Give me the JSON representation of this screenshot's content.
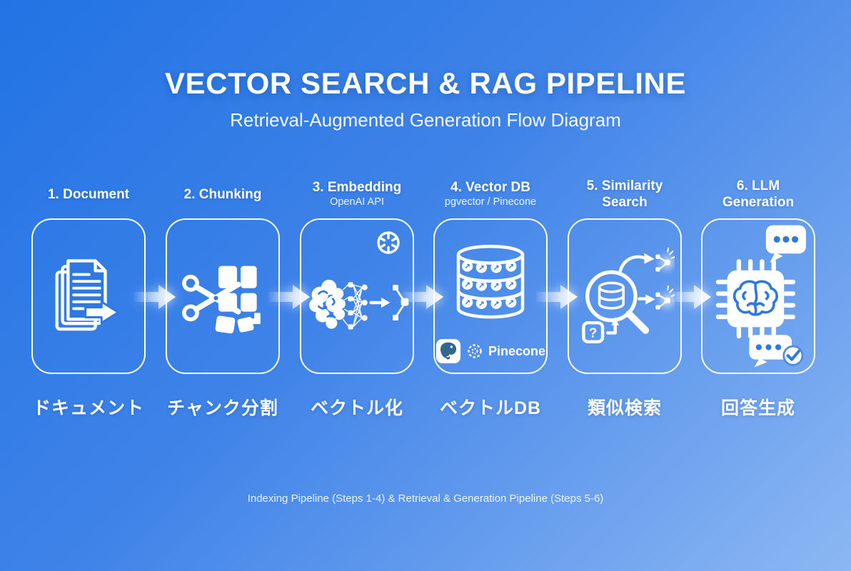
{
  "title": "VECTOR SEARCH & RAG PIPELINE",
  "subtitle": "Retrieval-Augmented Generation Flow Diagram",
  "footer": "Indexing Pipeline (Steps 1-4) & Retrieval & Generation Pipeline (Steps 5-6)",
  "colors": {
    "bg_gradient_start": "#2273e4",
    "bg_gradient_end": "#8cb7f3",
    "icon_white": "#ffffff",
    "icon_blue": "#2f78e3",
    "postgres_blue": "#336791"
  },
  "steps": [
    {
      "title": "1. Document",
      "jp_label": "ドキュメント",
      "icon": "document-stack-icon"
    },
    {
      "title": "2. Chunking",
      "jp_label": "チャンク分割",
      "icon": "scissors-chunks-icon"
    },
    {
      "title": "3. Embedding",
      "subtitle": "OpenAI API",
      "jp_label": "ベクトル化",
      "icon": "brain-network-icon",
      "badge_icon": "openai-logo-icon"
    },
    {
      "title": "4. Vector DB",
      "subtitle": "pgvector / Pinecone",
      "jp_label": "ベクトルDB",
      "icon": "vector-database-icon",
      "db_cell_glyph": "↗",
      "logos": {
        "postgres_icon": "postgresql-logo-icon",
        "pinecone_icon": "pinecone-logo-icon",
        "pinecone_label": "Pinecone"
      }
    },
    {
      "title": "5. Similarity",
      "title_line2": "Search",
      "jp_label": "類似検索",
      "icon": "similarity-search-icon",
      "question_glyph": "?"
    },
    {
      "title": "6. LLM",
      "title_line2": "Generation",
      "jp_label": "回答生成",
      "icon": "chip-brain-icon"
    }
  ]
}
